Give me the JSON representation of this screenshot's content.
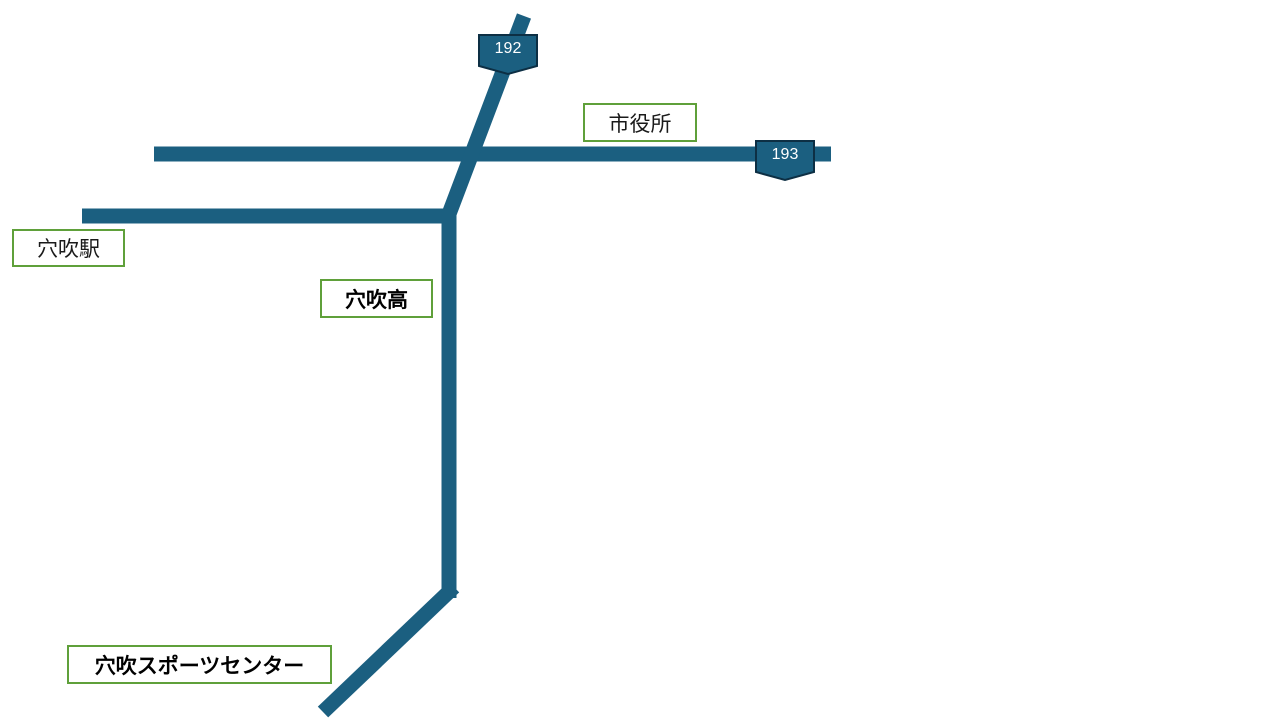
{
  "colors": {
    "road": "#1b5f80",
    "label_border": "#5fa03a",
    "shield_fill": "#1b5f80",
    "shield_stroke": "#0d2f44",
    "background": "#ffffff"
  },
  "routes": [
    {
      "id": "route-192",
      "number": "192"
    },
    {
      "id": "route-193",
      "number": "193"
    }
  ],
  "places": {
    "city_hall": "市役所",
    "station": "穴吹駅",
    "high_school": "穴吹高",
    "sports_center": "穴吹スポーツセンター"
  },
  "roads": [
    {
      "name": "route-192-north",
      "points": [
        [
          524,
          16
        ],
        [
          449,
          216
        ]
      ]
    },
    {
      "name": "route-193-east-west",
      "points": [
        [
          154,
          154
        ],
        [
          831,
          154
        ]
      ]
    },
    {
      "name": "station-road",
      "points": [
        [
          82,
          216
        ],
        [
          449,
          216
        ]
      ]
    },
    {
      "name": "south-road",
      "points": [
        [
          449,
          216
        ],
        [
          449,
          598
        ]
      ]
    },
    {
      "name": "sports-center-road",
      "points": [
        [
          449,
          592
        ],
        [
          323,
          712
        ]
      ]
    }
  ]
}
